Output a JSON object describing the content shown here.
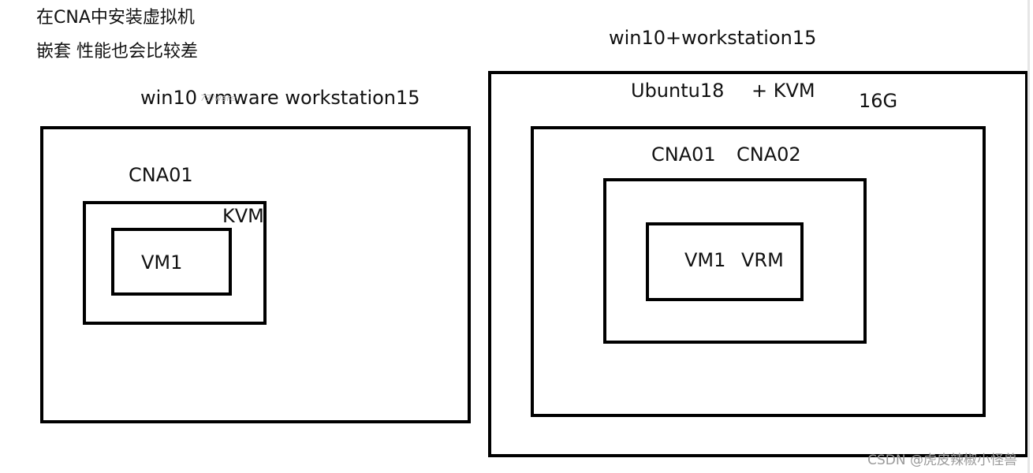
{
  "notes": {
    "line1": "在CNA中安装虚拟机",
    "line2": "嵌套 性能也会比较差"
  },
  "left_diagram": {
    "title": "win10 vmware workstation15",
    "overlay_text": "77/ware",
    "cna_label": "CNA01",
    "kvm_label": "KVM",
    "vm_label": "VM1"
  },
  "right_diagram": {
    "title": "win10+workstation15",
    "host_label": "Ubuntu18",
    "kvm_label": "+ KVM",
    "memory_label": "16G",
    "cna1_label": "CNA01",
    "cna2_label": "CNA02",
    "vm_label": "VM1",
    "vrm_label": "VRM"
  },
  "watermark": "CSDN @虎皮辣椒小怪兽"
}
